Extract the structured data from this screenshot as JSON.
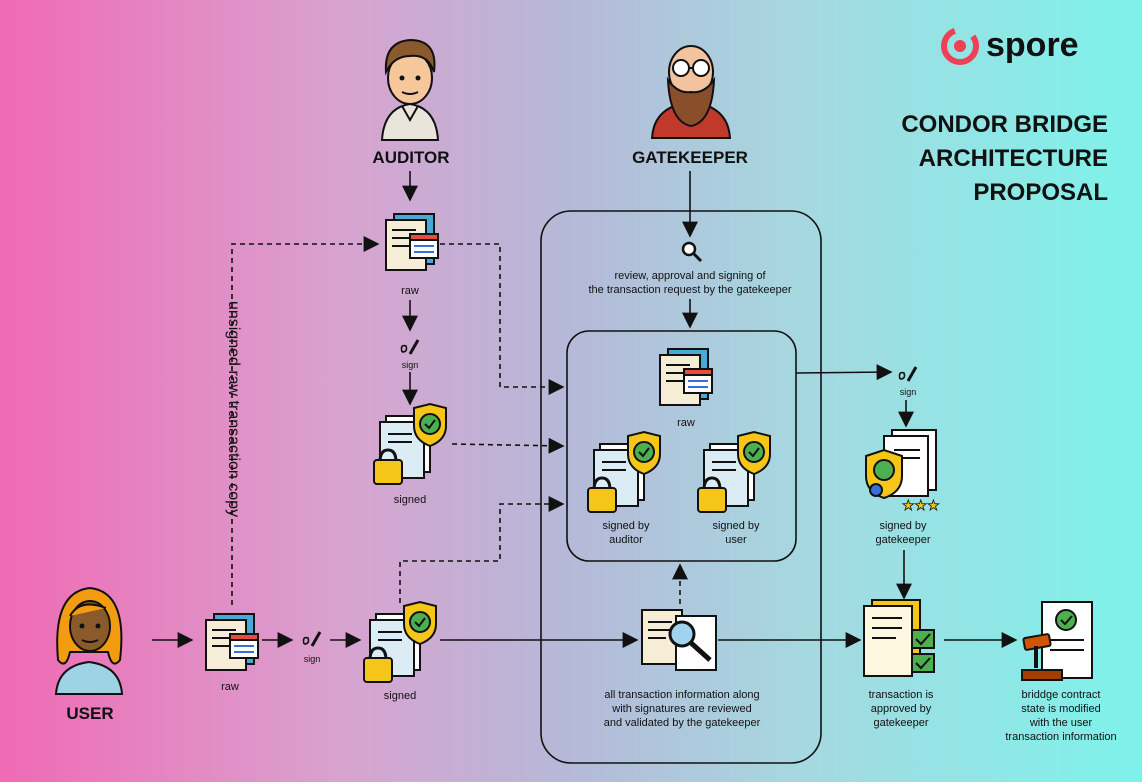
{
  "brand": {
    "name": "spore",
    "accent": "#ef4056"
  },
  "title": "CONDOR BRIDGE\nARCHITECTURE\nPROPOSAL",
  "roles": {
    "auditor": "AUDITOR",
    "gatekeeper": "GATEKEEPER",
    "user": "USER"
  },
  "side_label": "unsigned raw transaction copy",
  "labels": {
    "raw_auditor": "raw",
    "sign_auditor": "sign",
    "signed_auditor": "signed",
    "gk_review": "review, approval and signing of\nthe transaction request by the gatekeeper",
    "raw_inner": "raw",
    "signed_by_auditor": "signed by\nauditor",
    "signed_by_user": "signed by\nuser",
    "sign_right": "sign",
    "signed_by_gk": "signed by\ngatekeeper",
    "raw_user": "raw",
    "sign_user": "sign",
    "signed_user": "signed",
    "all_info": "all transaction information along\nwith signatures are reviewed\nand validated by the gatekeeper",
    "tx_approved": "transaction is\napproved by\ngatekeeper",
    "bridge_state": "briddge contract\nstate is modified\nwith the user\ntransaction information"
  },
  "icons": [
    "auditor-avatar",
    "gatekeeper-avatar",
    "user-avatar",
    "document-icon",
    "pen-icon",
    "locked-document-icon",
    "magnifier-icon",
    "certificate-icon",
    "checklist-icon",
    "gavel-icon"
  ]
}
